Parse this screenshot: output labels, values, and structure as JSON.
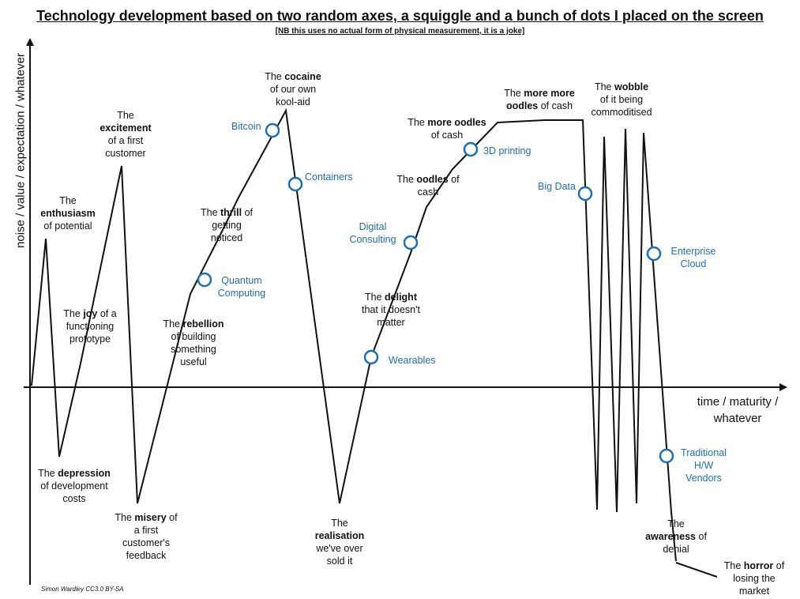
{
  "title": "Technology development based on two random axes, a squiggle and a bunch of dots I placed on the screen",
  "subtitle": "[NB this uses no actual form of physical measurement, it is a joke]",
  "credit": "Simon Wardley CC3.0 BY-SA",
  "axes": {
    "x_label_lines": [
      "time / maturity /",
      "whatever"
    ],
    "y_label": "noise / value / expectation / whatever"
  },
  "colors": {
    "line": "#111111",
    "tech_text": "#1f6fb3",
    "marker": "#1f6fb3"
  },
  "stages": [
    {
      "id": "enthusiasm",
      "lines": [
        [
          "The"
        ],
        [
          {
            "b": "enthusiasm"
          }
        ],
        [
          "of potential"
        ]
      ]
    },
    {
      "id": "depression",
      "lines": [
        [
          "The ",
          {
            "b": "depression"
          }
        ],
        [
          "of development"
        ],
        [
          "costs"
        ]
      ]
    },
    {
      "id": "joy",
      "lines": [
        [
          "The ",
          {
            "b": "joy"
          },
          " of a"
        ],
        [
          "functioning"
        ],
        [
          "prototype"
        ]
      ]
    },
    {
      "id": "excitement",
      "lines": [
        [
          "The"
        ],
        [
          {
            "b": "excitement"
          }
        ],
        [
          "of a first"
        ],
        [
          "customer"
        ]
      ]
    },
    {
      "id": "misery",
      "lines": [
        [
          "The ",
          {
            "b": "misery"
          },
          " of"
        ],
        [
          "a first"
        ],
        [
          "customer's"
        ],
        [
          "feedback"
        ]
      ]
    },
    {
      "id": "rebellion",
      "lines": [
        [
          "The ",
          {
            "b": "rebellion"
          }
        ],
        [
          "of building"
        ],
        [
          "something"
        ],
        [
          "useful"
        ]
      ]
    },
    {
      "id": "thrill",
      "lines": [
        [
          "The ",
          {
            "b": "thrill"
          },
          " of"
        ],
        [
          "getting"
        ],
        [
          "noticed"
        ]
      ]
    },
    {
      "id": "cocaine",
      "lines": [
        [
          "The ",
          {
            "b": "cocaine"
          }
        ],
        [
          "of our own"
        ],
        [
          "kool-aid"
        ]
      ]
    },
    {
      "id": "realisation",
      "lines": [
        [
          "The"
        ],
        [
          {
            "b": "realisation"
          }
        ],
        [
          "we've over"
        ],
        [
          "sold it"
        ]
      ]
    },
    {
      "id": "delight",
      "lines": [
        [
          "The ",
          {
            "b": "delight"
          }
        ],
        [
          "that it doesn't"
        ],
        [
          "matter"
        ]
      ]
    },
    {
      "id": "oodles",
      "lines": [
        [
          "The ",
          {
            "b": "oodles"
          },
          " of"
        ],
        [
          "cash"
        ]
      ]
    },
    {
      "id": "more-oodles",
      "lines": [
        [
          "The ",
          {
            "b": "more oodles"
          }
        ],
        [
          "of cash"
        ]
      ]
    },
    {
      "id": "more-more-oodles",
      "lines": [
        [
          "The ",
          {
            "b": "more more"
          }
        ],
        [
          {
            "b": "oodles"
          },
          " of cash"
        ]
      ]
    },
    {
      "id": "wobble",
      "lines": [
        [
          "The ",
          {
            "b": "wobble"
          }
        ],
        [
          "of it being"
        ],
        [
          "commoditised"
        ]
      ]
    },
    {
      "id": "awareness",
      "lines": [
        [
          "The"
        ],
        [
          {
            "b": "awareness"
          },
          " of"
        ],
        [
          "denial"
        ]
      ]
    },
    {
      "id": "horror",
      "lines": [
        [
          "The ",
          {
            "b": "horror"
          },
          " of"
        ],
        [
          "losing the"
        ],
        [
          "market"
        ]
      ]
    }
  ],
  "technologies": [
    {
      "id": "bitcoin",
      "lines": [
        "Bitcoin"
      ]
    },
    {
      "id": "containers",
      "lines": [
        "Containers"
      ]
    },
    {
      "id": "quantum-computing",
      "lines": [
        "Quantum",
        "Computing"
      ]
    },
    {
      "id": "digital-consulting",
      "lines": [
        "Digital",
        "Consulting"
      ]
    },
    {
      "id": "wearables",
      "lines": [
        "Wearables"
      ]
    },
    {
      "id": "3d-printing",
      "lines": [
        "3D printing"
      ]
    },
    {
      "id": "big-data",
      "lines": [
        "Big Data"
      ]
    },
    {
      "id": "enterprise-cloud",
      "lines": [
        "Enterprise",
        "Cloud"
      ]
    },
    {
      "id": "traditional-hw-vendors",
      "lines": [
        "Traditional",
        "H/W",
        "Vendors"
      ]
    }
  ]
}
